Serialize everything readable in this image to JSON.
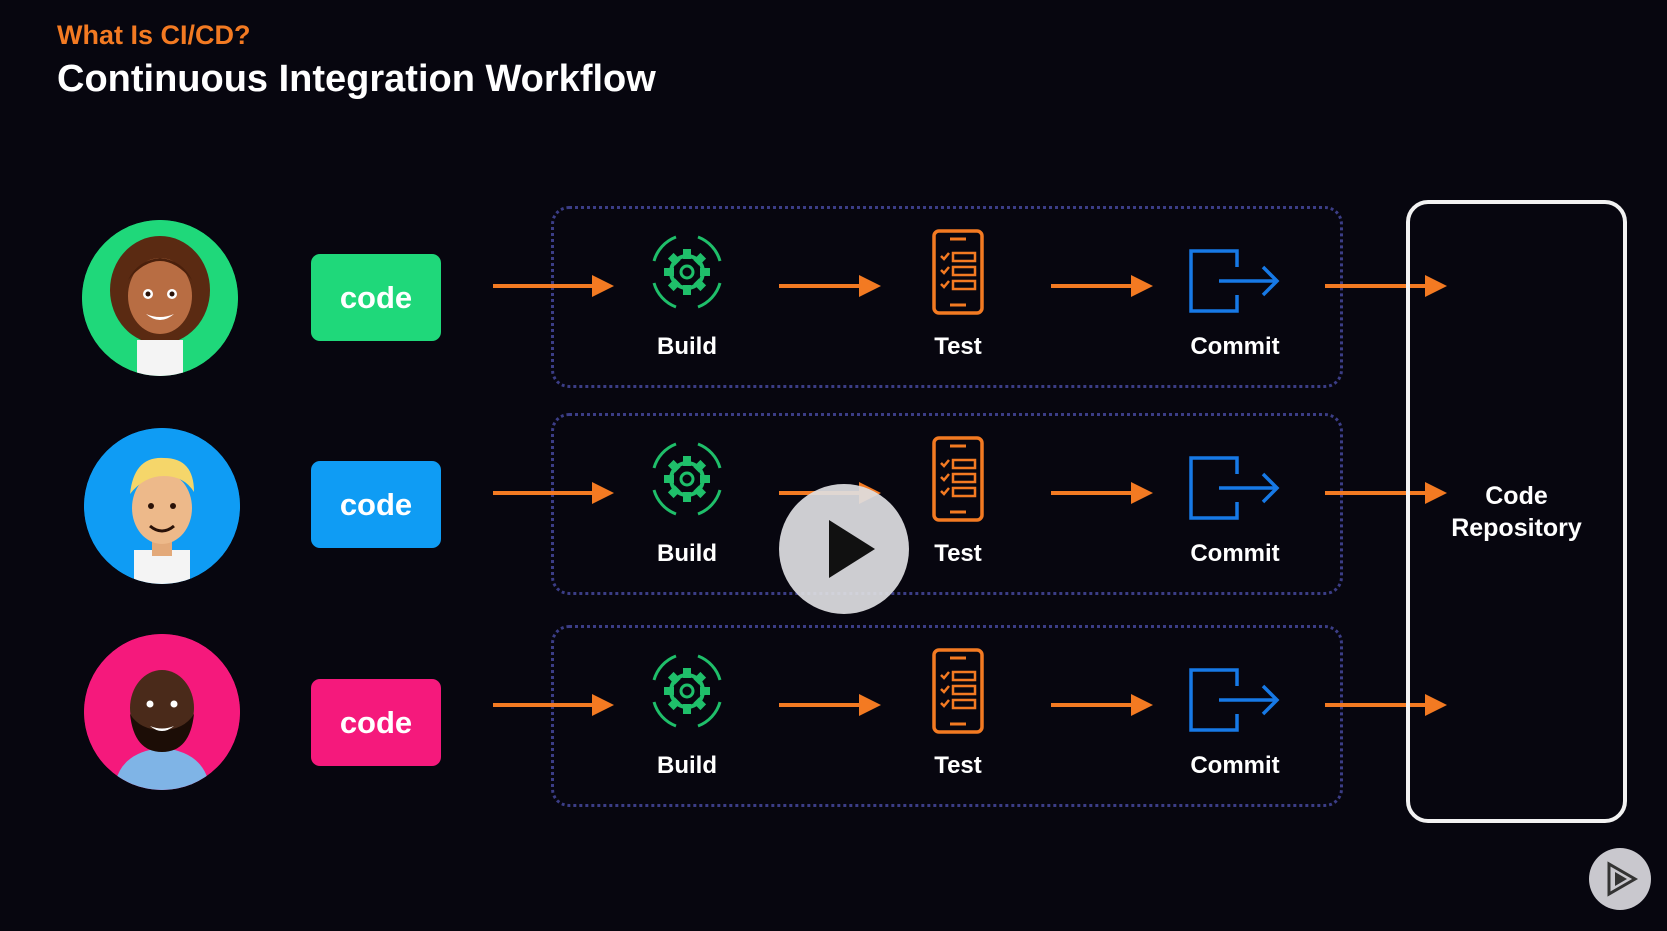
{
  "header": {
    "kicker": "What Is CI/CD?",
    "title": "Continuous Integration Workflow"
  },
  "colors": {
    "accent_orange": "#f37a22",
    "code_green": "#1fd87a",
    "code_blue": "#0f9cf4",
    "code_pink": "#f5197c",
    "build_icon_green": "#1fbf6a",
    "test_icon_orange": "#f37a22",
    "commit_icon_blue": "#1779e6",
    "dotted_border": "#3b3d86"
  },
  "rows": [
    {
      "avatar_icon": "woman-curly-hair-avatar",
      "avatar_bg": "#1fd87a",
      "code_label": "code",
      "code_color": "#1fd87a",
      "steps": {
        "build": "Build",
        "test": "Test",
        "commit": "Commit"
      }
    },
    {
      "avatar_icon": "blond-man-avatar",
      "avatar_bg": "#0f9cf4",
      "code_label": "code",
      "code_color": "#0f9cf4",
      "steps": {
        "build": "Build",
        "test": "Test",
        "commit": "Commit"
      }
    },
    {
      "avatar_icon": "bearded-man-avatar",
      "avatar_bg": "#f5197c",
      "code_label": "code",
      "code_color": "#f5197c",
      "steps": {
        "build": "Build",
        "test": "Test",
        "commit": "Commit"
      }
    }
  ],
  "repository": {
    "label_line1": "Code",
    "label_line2": "Repository"
  },
  "icons": {
    "build": "gear-cycle-icon",
    "test": "checklist-phone-icon",
    "commit": "commit-exit-icon",
    "play": "play-icon",
    "brand": "pluralsight-logo-icon"
  }
}
